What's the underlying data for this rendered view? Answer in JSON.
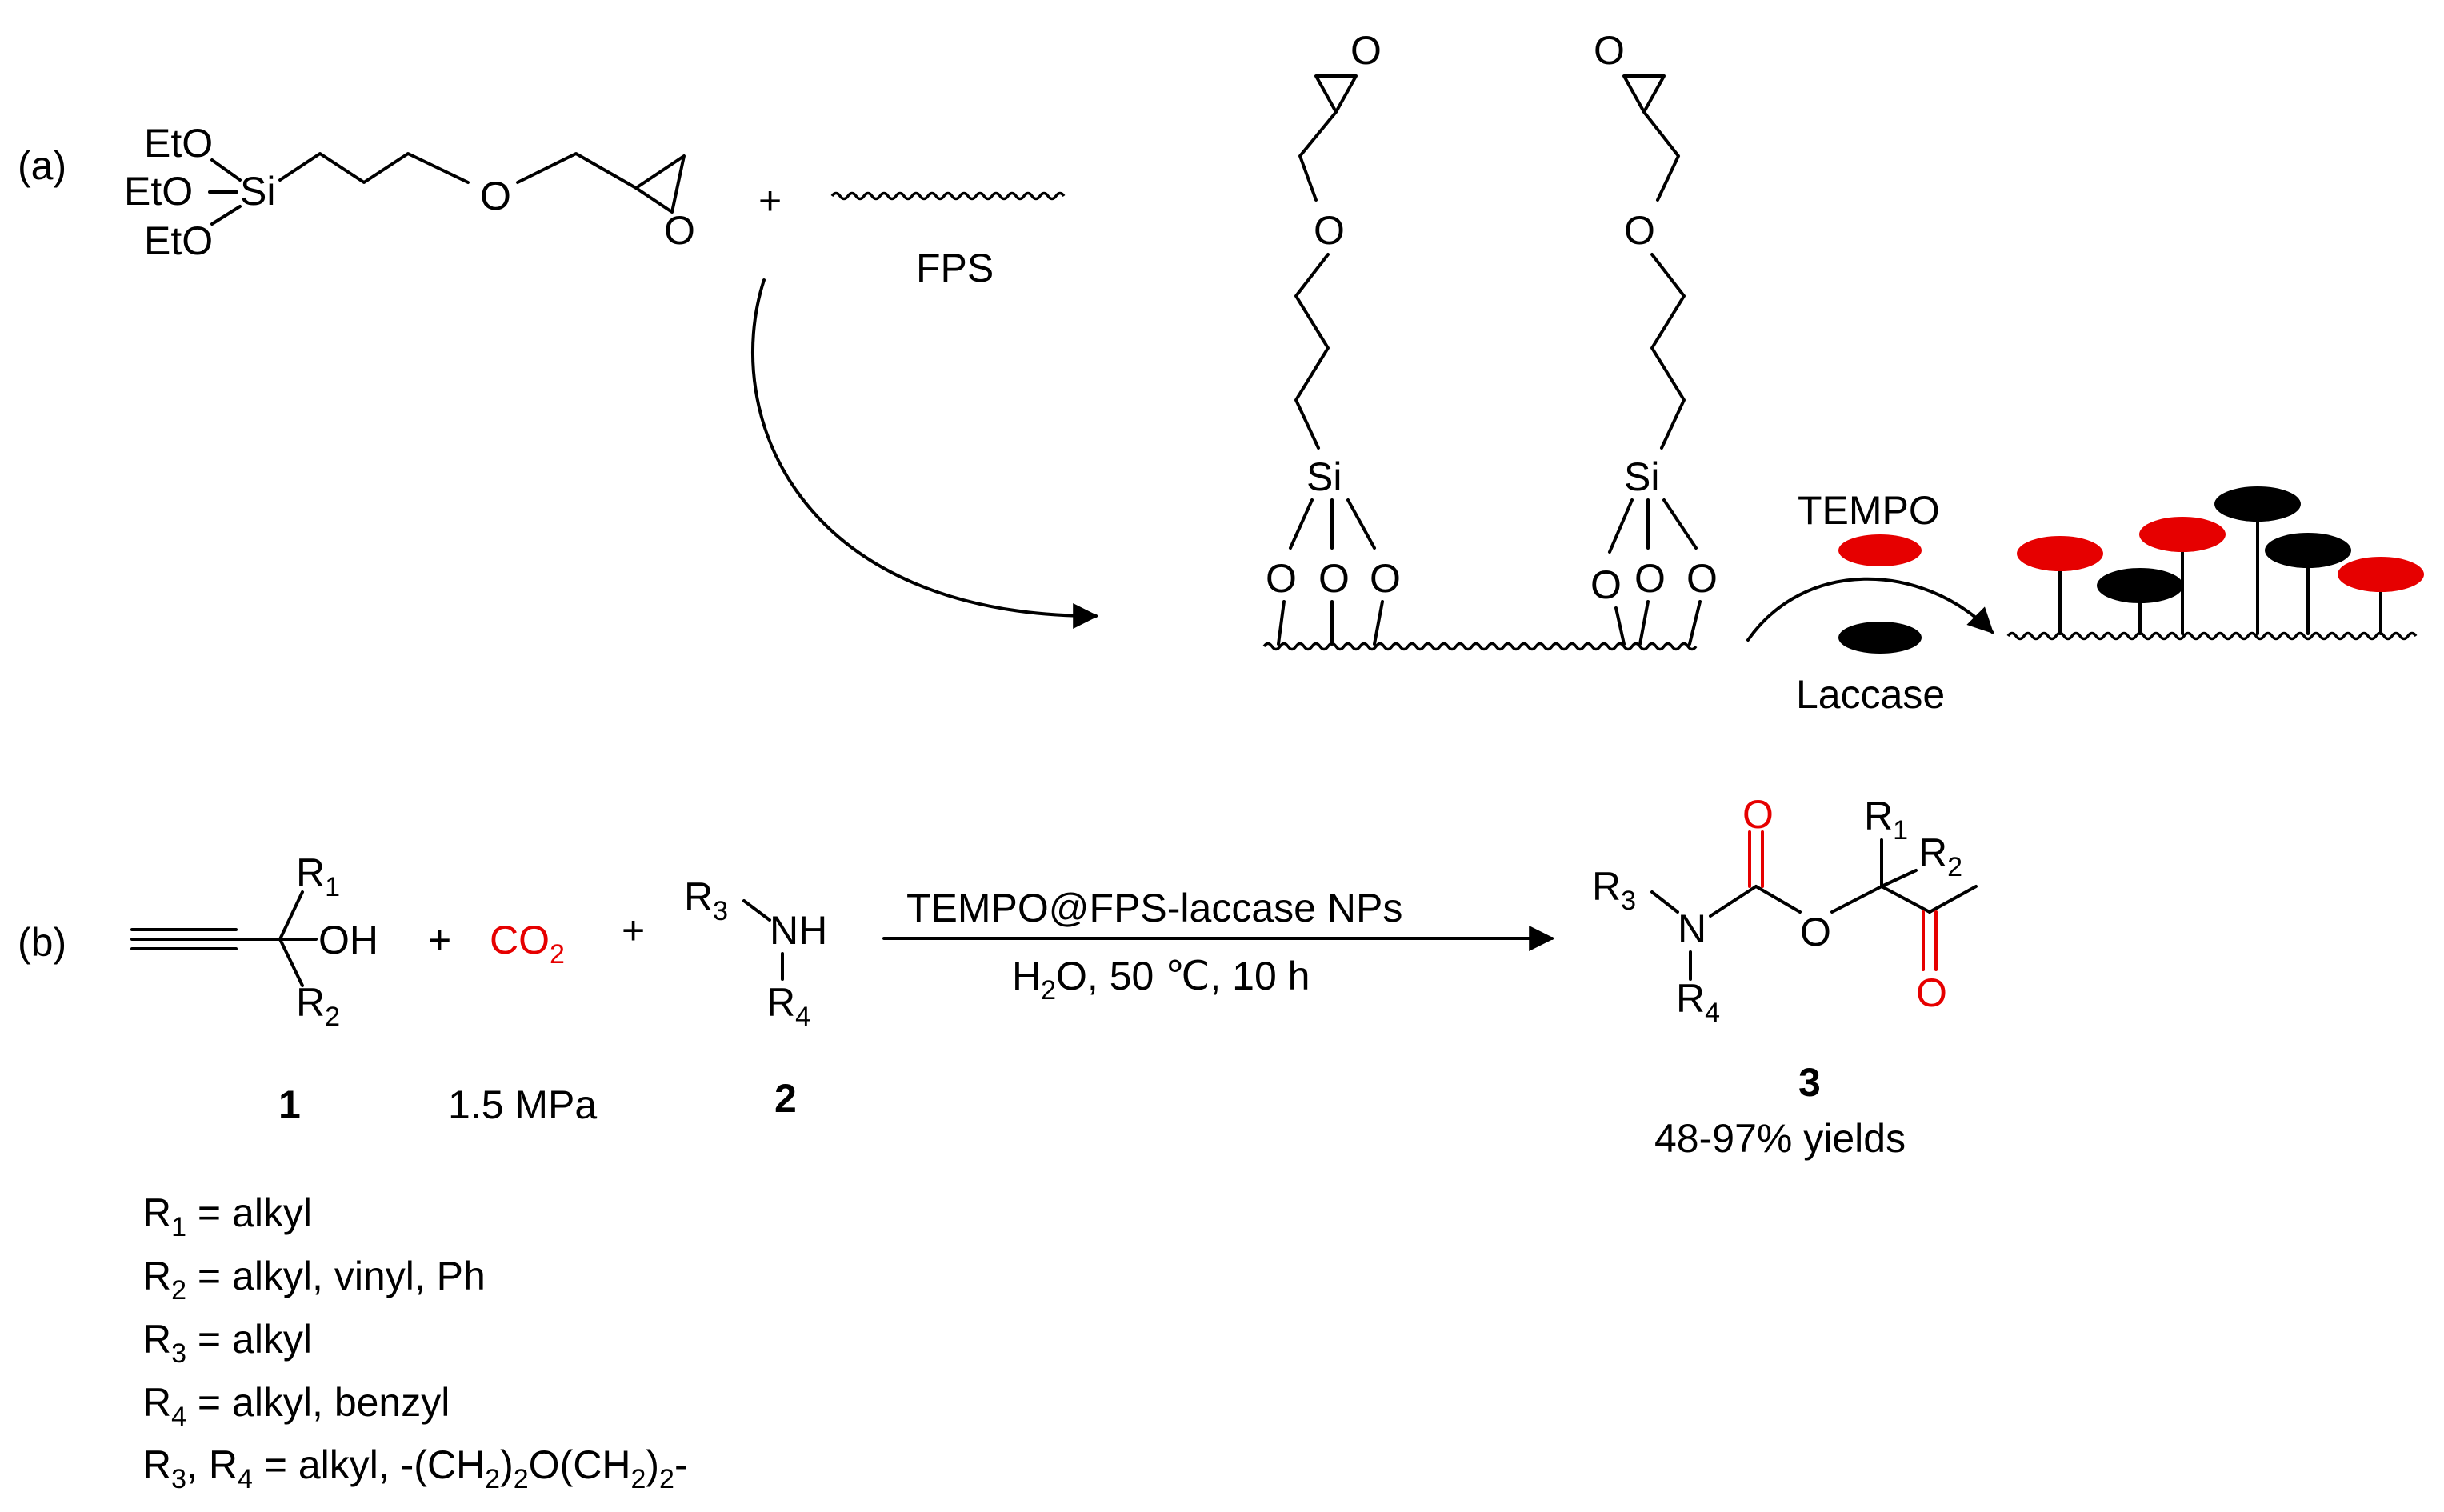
{
  "panel_a": {
    "label": "(a)",
    "silane_eto_1": "EtO",
    "silane_eto_2": "EtO",
    "silane_eto_3": "EtO",
    "silane_si": "Si",
    "silane_o": "O",
    "epoxide_o": "O",
    "plus": "+",
    "support_label": "FPS",
    "grafted_chain_o_epoxide": "O",
    "grafted_chain_o_ether": "O",
    "grafted_si": "Si",
    "surface_o": "O",
    "tempo_label": "TEMPO",
    "laccase_label": "Laccase",
    "tempo_color": "#e60000",
    "laccase_color": "#000000"
  },
  "panel_b": {
    "label": "(b)",
    "r1": "R",
    "r1_sub": "1",
    "r2": "R",
    "r2_sub": "2",
    "oh": "OH",
    "plus_1": "+",
    "co2_main": "CO",
    "co2_sub": "2",
    "plus_2": "+",
    "r3": "R",
    "r3_sub": "3",
    "nh": "NH",
    "r4": "R",
    "r4_sub": "4",
    "catalyst": "TEMPO@FPS-laccase NPs",
    "conditions": "H",
    "conditions_sub": "2",
    "conditions_rest": "O, 50 ℃, 10 h",
    "product_n": "N",
    "product_o_carbonyl": "O",
    "product_o_ester": "O",
    "product_o_ketone": "O",
    "compound_1": "1",
    "co2_pressure": "1.5 MPa",
    "compound_2": "2",
    "compound_3": "3",
    "yield": "48-97% yields",
    "highlight_color": "#e60000"
  },
  "substituents": [
    {
      "r": "R",
      "sub": "1",
      "text": " = alkyl"
    },
    {
      "r": "R",
      "sub": "2",
      "text": " = alkyl, vinyl, Ph"
    },
    {
      "r": "R",
      "sub": "3",
      "text": " = alkyl"
    },
    {
      "r": "R",
      "sub": "4",
      "text": " = alkyl, benzyl"
    }
  ],
  "substituent_last": {
    "r3": "R",
    "r3_sub": "3",
    "sep": ", ",
    "r4": "R",
    "r4_sub": "4",
    "text1": " = alkyl, -(CH",
    "sub_a": "2",
    "text2": ")",
    "sub_b": "2",
    "text3": "O(CH",
    "sub_c": "2",
    "text4": ")",
    "sub_d": "2",
    "text5": "-"
  }
}
